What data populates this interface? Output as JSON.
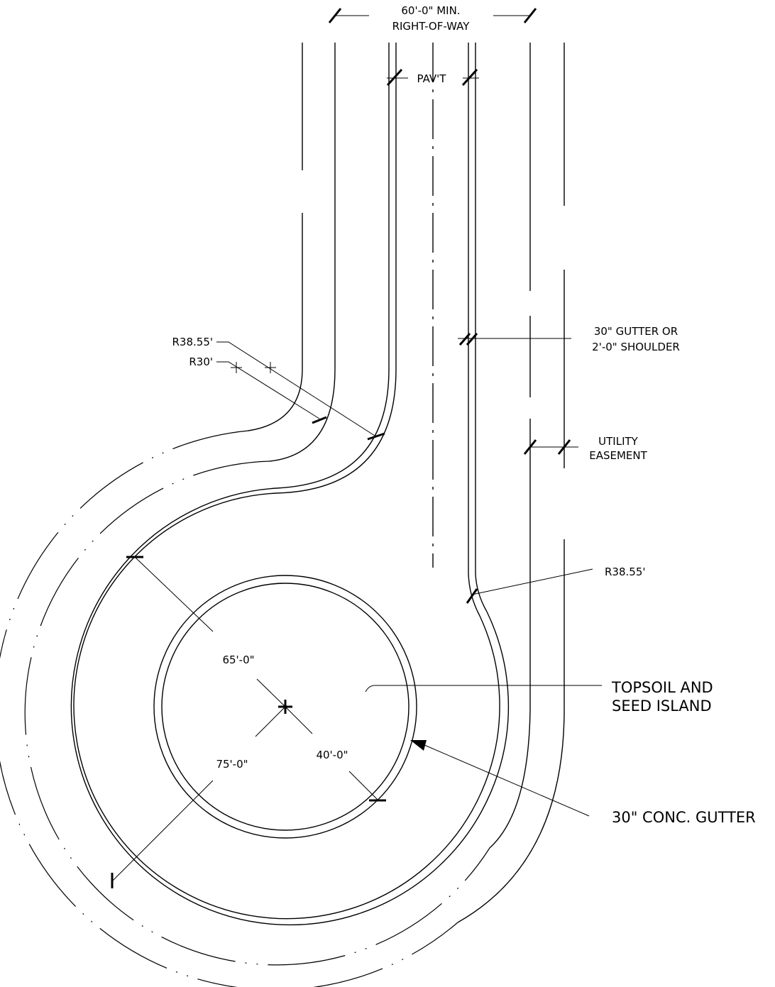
{
  "labels": {
    "row_line1": "60'-0\" MIN.",
    "row_line2": "RIGHT-OF-WAY",
    "pavement": "PAV'T",
    "radius_outer": "R38.55'",
    "radius_inner": "R30'",
    "gutter_line1": "30\" GUTTER OR",
    "gutter_line2": "2'-0\" SHOULDER",
    "easement_line1": "UTILITY",
    "easement_line2": "EASEMENT",
    "radius_right": "R38.55'",
    "dim_65": "65'-0\"",
    "dim_40": "40'-0\"",
    "dim_75": "75'-0\"",
    "island_line1": "TOPSOIL AND",
    "island_line2": "SEED ISLAND",
    "conc_gutter": "30\" CONC. GUTTER"
  }
}
